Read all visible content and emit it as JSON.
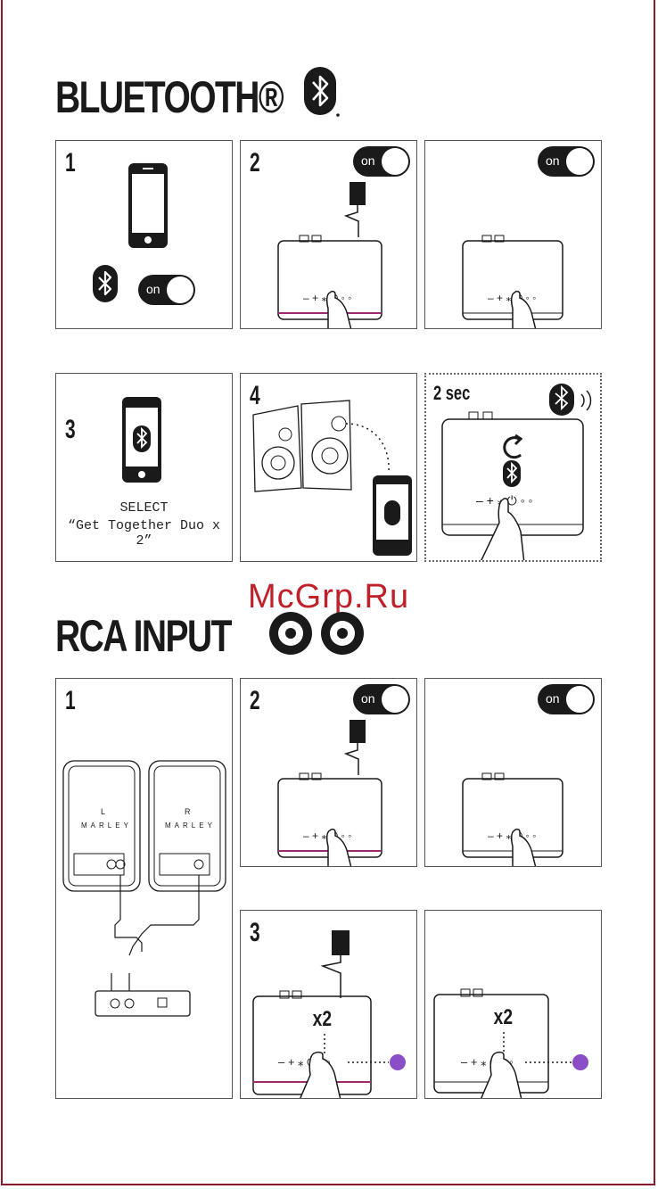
{
  "bluetooth_section": {
    "title": "BLUETOOTH®",
    "toggle_label": "on",
    "steps": [
      {
        "number": "1"
      },
      {
        "number": "2"
      },
      {
        "number": ""
      },
      {
        "number": "3",
        "select_label": "SELECT",
        "device_name": "“Get Together Duo x 2”"
      },
      {
        "number": "4"
      },
      {
        "duration": "2 sec"
      }
    ]
  },
  "watermark": "McGrp.Ru",
  "rca_section": {
    "title": "RCA INPUT",
    "toggle_label": "on",
    "speaker_left_label": "L",
    "speaker_right_label": "R",
    "brand": "MARLEY",
    "press_count": "x2",
    "steps": [
      {
        "number": "1"
      },
      {
        "number": "2"
      },
      {
        "number": ""
      },
      {
        "number": "3"
      },
      {
        "number": ""
      }
    ]
  },
  "colors": {
    "frame": "#8a1a2a",
    "accent_stripe": "#9b2a6e",
    "led_purple": "#8a4fc7",
    "watermark": "#c0202a"
  }
}
